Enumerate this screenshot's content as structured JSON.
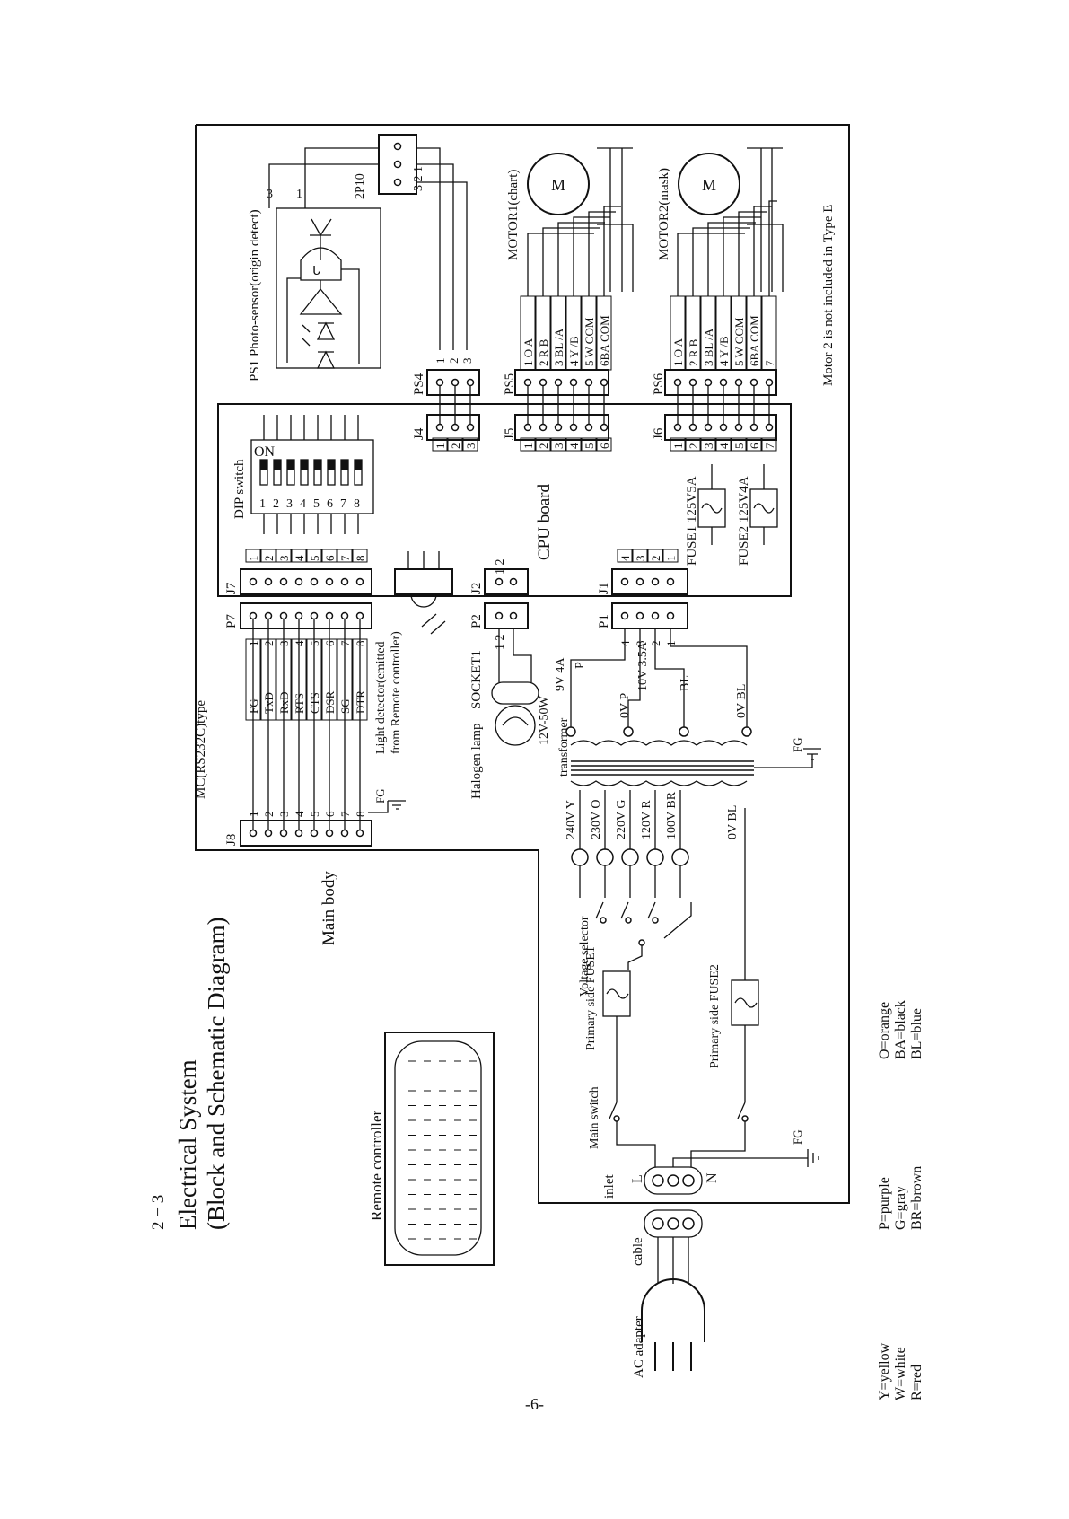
{
  "section_number": "2 − 3",
  "title": "Electrical System",
  "subtitle": "(Block and Schematic Diagram)",
  "page_number": "-6-",
  "remote_controller": "Remote controller",
  "main_body": "Main body",
  "mc_type": "MC(RS232C)type",
  "cpu_board": "CPU board",
  "dip_switch": {
    "label": "DIP switch",
    "on": "ON",
    "numbers": [
      "1",
      "2",
      "3",
      "4",
      "5",
      "6",
      "7",
      "8"
    ]
  },
  "ps1": "PS1 Photo-sensor(origin detect)",
  "light_detector": [
    "Light detector(emitted",
    "from Remote controller)"
  ],
  "halogen_lamp": "Halogen lamp",
  "socket": "SOCKET1",
  "lamp_rating": "12V-50W",
  "transformer": "transformer",
  "motor1": "MOTOR1(chart)",
  "motor2": "MOTOR2(mask)",
  "motor_symbol": "M",
  "motor_note": "Motor 2 is not included in Type E",
  "fuse1": "FUSE1 125V5A",
  "fuse2": "FUSE2 125V4A",
  "voltage_selector": "Voltage selector",
  "primary_fuse1": "Primary side FUSE1",
  "primary_fuse2": "Primary side FUSE2",
  "main_switch": "Main switch",
  "inlet": "inlet",
  "cable": "cable",
  "ac_adapter": "AC adapter",
  "fg": "FG",
  "terminal_L": "L",
  "terminal_N": "N",
  "connectors": {
    "j1": "J1",
    "j2": "J2",
    "j4": "J4",
    "j5": "J5",
    "j6": "J6",
    "j7": "J7",
    "j8": "J8",
    "p1": "P1",
    "p2": "P2",
    "p7": "P7",
    "ps4": "PS4",
    "ps5": "PS5",
    "ps6": "PS6",
    "p10": "2P10"
  },
  "pins": {
    "one": "1",
    "two": "2",
    "three": "3",
    "four": "4",
    "five": "5",
    "six": "6",
    "seven": "7",
    "eight": "8"
  },
  "rs232_signals": [
    "FG",
    "TxD",
    "RxD",
    "RTS",
    "CTS",
    "DSR",
    "SG",
    "DTR"
  ],
  "motor1_wires": [
    "1 O A",
    "2 R B",
    "3 BL /A",
    "4 Y /B",
    "5 W COM",
    "6BA COM"
  ],
  "motor2_wires": [
    "1 O A",
    "2 R B",
    "3 BL /A",
    "4 Y /B",
    "5 W COM",
    "6BA COM",
    "7"
  ],
  "secondary_taps": [
    "9V 4A",
    "P",
    "0V P",
    "10V 3.5A",
    "BL",
    "0V BL"
  ],
  "primary_taps": [
    "240V Y",
    "230V O",
    "220V G",
    "120V R",
    "100V BR",
    "0V BL"
  ],
  "color_legend": [
    [
      "Y=yellow",
      "W=white",
      "R=red"
    ],
    [
      "P=purple",
      "G=gray",
      "BR=brown"
    ],
    [
      "O=orange",
      "BA=black",
      "BL=blue"
    ]
  ]
}
